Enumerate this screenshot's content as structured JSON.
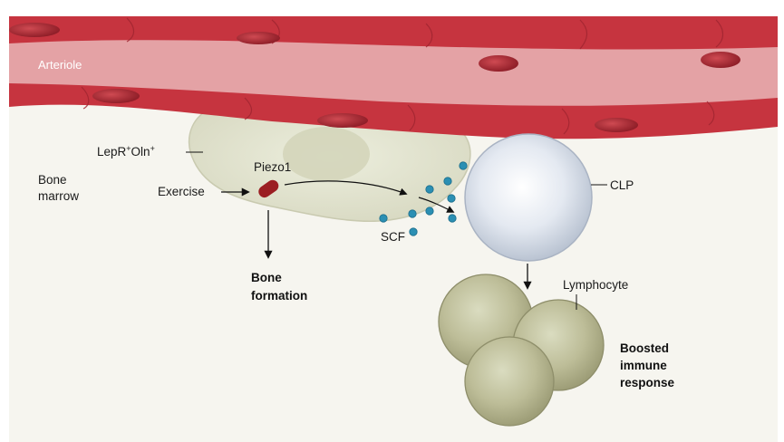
{
  "labels": {
    "arteriole": "Arteriole",
    "lepr_main": "LepR",
    "lepr_sup1": "+",
    "lepr_oln": "Oln",
    "lepr_sup2": "+",
    "bone_marrow_1": "Bone",
    "bone_marrow_2": "marrow",
    "exercise": "Exercise",
    "piezo1": "Piezo1",
    "scf": "SCF",
    "clp": "CLP",
    "bone_formation_1": "Bone",
    "bone_formation_2": "formation",
    "lymphocyte": "Lymphocyte",
    "boosted_1": "Boosted",
    "boosted_2": "immune",
    "boosted_3": "response"
  },
  "colors": {
    "background": "#f6f5ef",
    "vessel_wall": "#c6343f",
    "vessel_lumen": "#e4a2a5",
    "endothelial_nucleus": "#a32430",
    "stromal_cell": "#e3e4cf",
    "clp_cell": "#dde3ec",
    "lymphocyte": "#bcbc96",
    "scf_dot": "#2b8fb3",
    "piezo1": "#9b1e22"
  }
}
